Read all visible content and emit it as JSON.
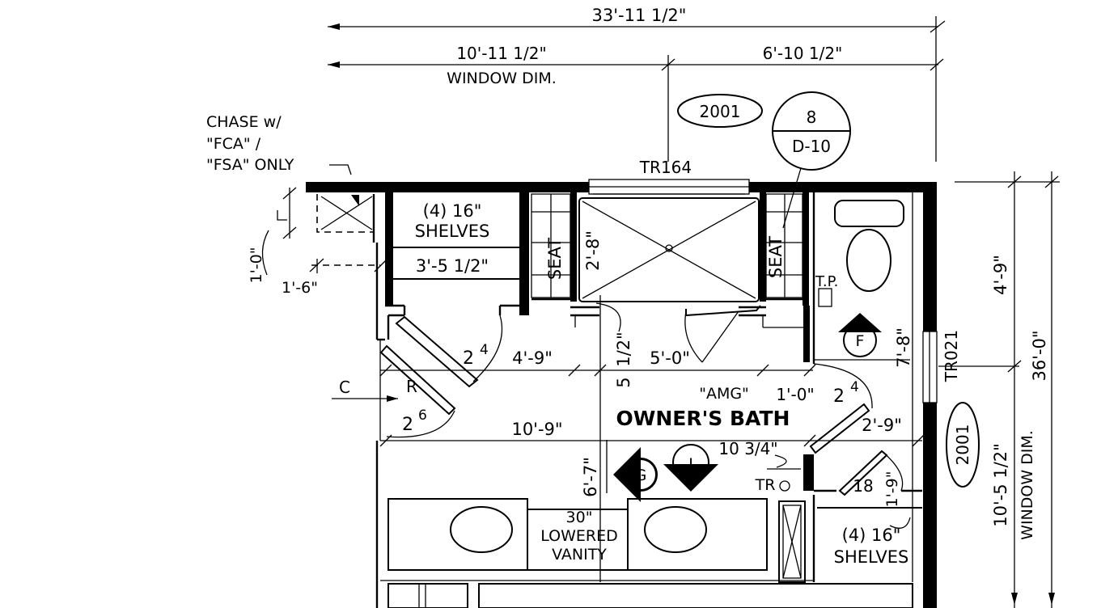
{
  "dimensions": {
    "overall_width": "33'-11 1/2\"",
    "left_width": "10'-11 1/2\"",
    "right_width": "6'-10 1/2\"",
    "window_dim_top": "WINDOW DIM.",
    "right_upper": "4'-9\"",
    "right_overall": "36'-0\"",
    "right_lower": "10'-5 1/2\"",
    "window_dim_right": "WINDOW DIM.",
    "chase_height": "1'-0\"",
    "chase_width": "1'-6\"",
    "shelf_width": "3'-5 1/2\"",
    "shower_seat_depth": "2'-8\"",
    "half_inch": "1/2\"",
    "shower_width": "5'-0\"",
    "five": "5",
    "closet_run": "4'-9\"",
    "toilet_room_depth": "7'-8\"",
    "one_foot": "1'-0\"",
    "right_clear": "2'-9\"",
    "bath_width": "10'-9\"",
    "vanity_depth": "6'-7\"",
    "ten_three_quarter": "10 3/4\"",
    "right_closet_depth": "1'-9\""
  },
  "labels": {
    "chase_line1": "CHASE w/",
    "chase_line2": "\"FCA\" /",
    "chase_line3": "\"FSA\" ONLY",
    "shelves_left_1": "(4) 16\"",
    "shelves_left_2": "SHELVES",
    "shelves_right_1": "(4) 16\"",
    "shelves_right_2": "SHELVES",
    "seat_left": "SEAT",
    "seat_right": "SEAT",
    "tp": "T.P.",
    "amg": "\"AMG\"",
    "room_name": "OWNER'S BATH",
    "vanity_1": "30\"",
    "vanity_2": "LOWERED",
    "vanity_3": "VANITY",
    "tr_small": "TR",
    "c_marker": "C",
    "r_marker": "R"
  },
  "windows": {
    "top_window": "TR164",
    "right_window": "TR021",
    "tag_top": "2001",
    "tag_right": "2001"
  },
  "detail_callout": {
    "number": "8",
    "sheet": "D-10"
  },
  "door_sizes": {
    "closet_left": "2",
    "closet_left_sup": "4",
    "entry": "2",
    "entry_sup": "6",
    "toilet_door": "2",
    "toilet_door_sup": "4",
    "closet_right": "18"
  },
  "fixture_tags": {
    "f": "F",
    "g": "G",
    "j": "J"
  }
}
